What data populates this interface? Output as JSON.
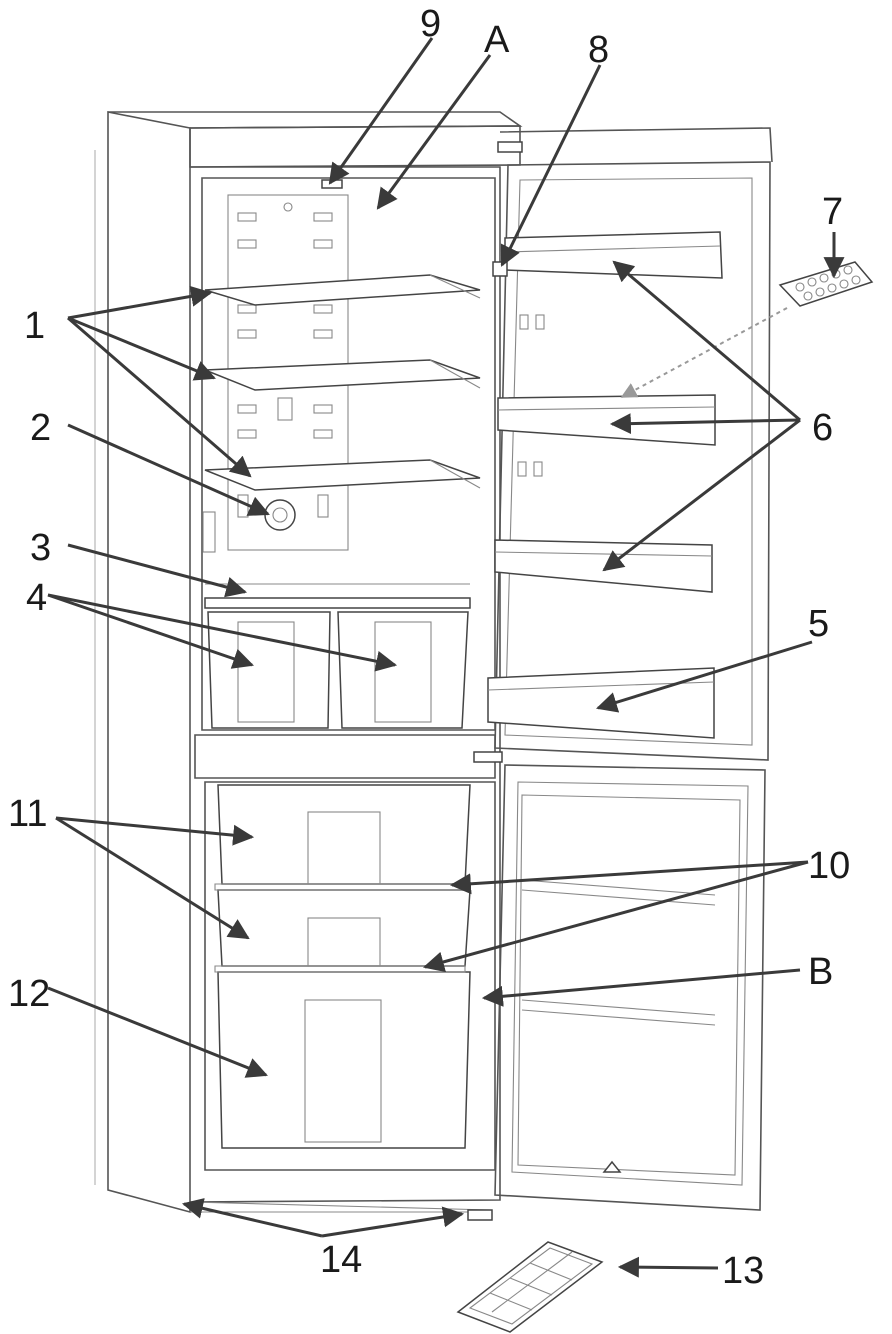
{
  "callouts": [
    {
      "id": "c-9",
      "text": "9"
    },
    {
      "id": "c-A",
      "text": "A"
    },
    {
      "id": "c-8",
      "text": "8"
    },
    {
      "id": "c-7",
      "text": "7"
    },
    {
      "id": "c-1",
      "text": "1"
    },
    {
      "id": "c-6",
      "text": "6"
    },
    {
      "id": "c-2",
      "text": "2"
    },
    {
      "id": "c-3",
      "text": "3"
    },
    {
      "id": "c-4",
      "text": "4"
    },
    {
      "id": "c-5",
      "text": "5"
    },
    {
      "id": "c-11",
      "text": "11"
    },
    {
      "id": "c-10",
      "text": "10"
    },
    {
      "id": "c-12",
      "text": "12"
    },
    {
      "id": "c-B",
      "text": "B"
    },
    {
      "id": "c-14",
      "text": "14"
    },
    {
      "id": "c-13",
      "text": "13"
    }
  ],
  "colors": {
    "line": "#555555",
    "arrow": "#3a3a3a",
    "text": "#1a1a1a",
    "background": "#ffffff"
  }
}
